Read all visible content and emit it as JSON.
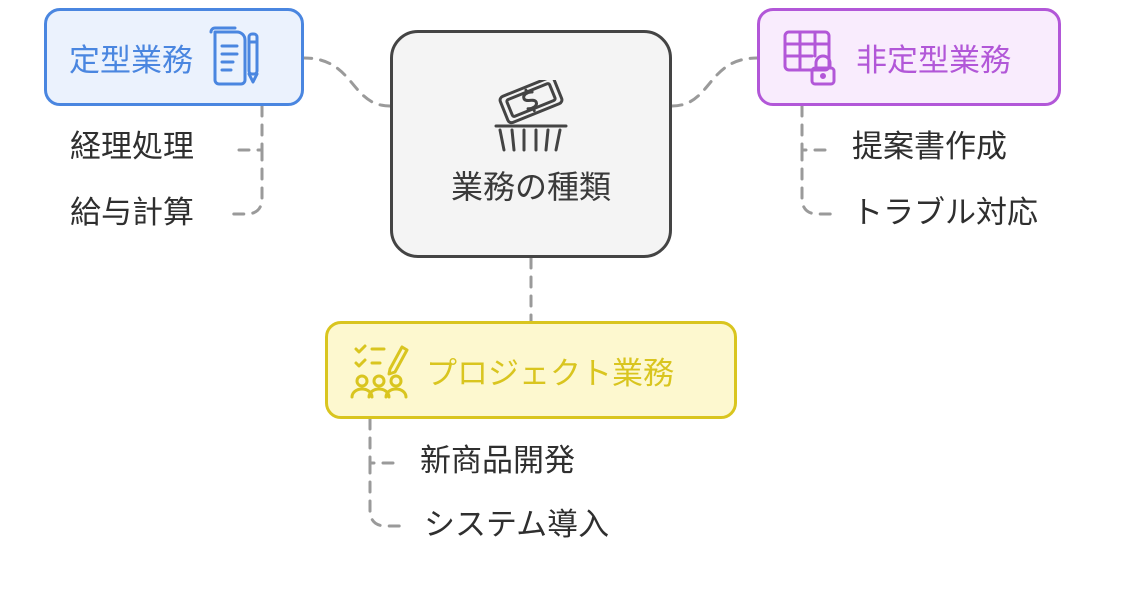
{
  "center": {
    "label": "業務の種類",
    "icon": "money-basket-icon"
  },
  "categories": [
    {
      "key": "teikei",
      "label": "定型業務",
      "icon": "clipboard-pen-icon",
      "color": "#4a86e0",
      "bg": "#ebf2fd",
      "items": [
        "経理処理",
        "給与計算"
      ]
    },
    {
      "key": "hiteikei",
      "label": "非定型業務",
      "icon": "table-lock-icon",
      "color": "#b257d8",
      "bg": "#f9ecfd",
      "items": [
        "提案書作成",
        "トラブル対応"
      ]
    },
    {
      "key": "project",
      "label": "プロジェクト業務",
      "icon": "team-checklist-icon",
      "color": "#d9c51f",
      "bg": "#fdf8cf",
      "items": [
        "新商品開発",
        "システム導入"
      ]
    }
  ],
  "connector_color": "#9a9a9a"
}
